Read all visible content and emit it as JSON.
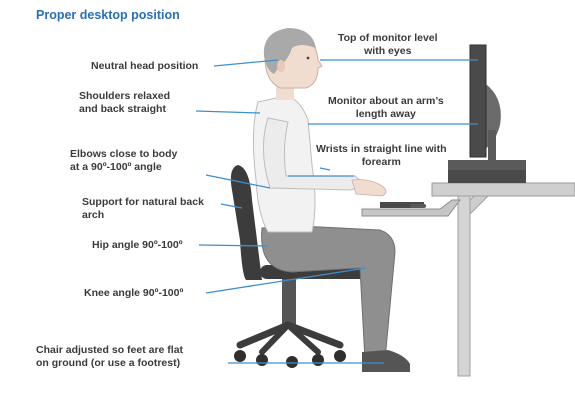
{
  "title": "Proper desktop position",
  "labels": {
    "neutral_head": "Neutral head position",
    "shoulders_1": "Shoulders relaxed",
    "shoulders_2": "and back straight",
    "elbows_1": "Elbows close to body",
    "elbows_2": "at a 90º-100º angle",
    "back_support_1": "Support for natural back",
    "back_support_2": "arch",
    "hip_angle": "Hip angle 90º-100º",
    "knee_angle": "Knee angle 90º-100º",
    "feet_1": "Chair adjusted so feet are flat",
    "feet_2": "on ground (or use a footrest)",
    "monitor_top_1": "Top of monitor level",
    "monitor_top_2": "with eyes",
    "monitor_distance_1": "Monitor about an arm’s",
    "monitor_distance_2": "length away",
    "wrists_1": "Wrists in straight line with",
    "wrists_2": "forearm"
  },
  "colors": {
    "title": "#2a6fb5",
    "leader_line": "#3d8fd1",
    "text": "#3a3a3a",
    "skin": "#f1ddd0",
    "hair": "#a9a9a9",
    "shirt": "#f2f2f2",
    "pants": "#8e8e8e",
    "chair": "#3c3c3c",
    "desk": "#c8c8c8",
    "monitor": "#4a4a4a"
  }
}
